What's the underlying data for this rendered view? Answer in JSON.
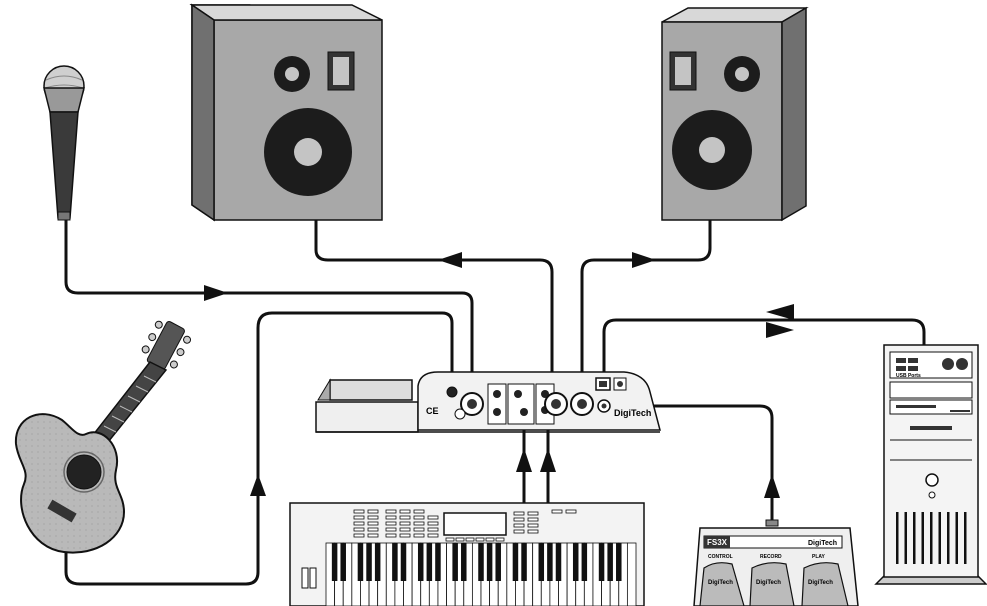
{
  "labels": {
    "interface_brand": "DigiTech",
    "footswitch_brand": "DigiTech",
    "footswitch_model": "FS3X",
    "footswitch_left": "DigiTech",
    "footswitch_mid": "DigiTech",
    "footswitch_right": "DigiTech",
    "fs_label_1": "CONTROL",
    "fs_label_2": "RECORD",
    "fs_label_3": "PLAY",
    "usb_ports": "USB Ports",
    "ce_mark": "CE"
  },
  "colors": {
    "speaker_front": "#a8a8a8",
    "speaker_side": "#707070",
    "speaker_top": "#d8d8d8",
    "cone": "#1c1c1c",
    "dust_cap": "#c4c4c4",
    "cable": "#111111",
    "guitar_body": "#b9b9b9",
    "guitar_neck": "#444444"
  },
  "icons": {
    "microphone": "microphone-icon",
    "guitar": "acoustic-guitar-icon",
    "speaker_left": "speaker-icon",
    "speaker_right": "speaker-icon",
    "interface": "audio-interface-icon",
    "keyboard": "keyboard-synth-icon",
    "footswitch": "footswitch-icon",
    "computer": "computer-tower-icon"
  }
}
